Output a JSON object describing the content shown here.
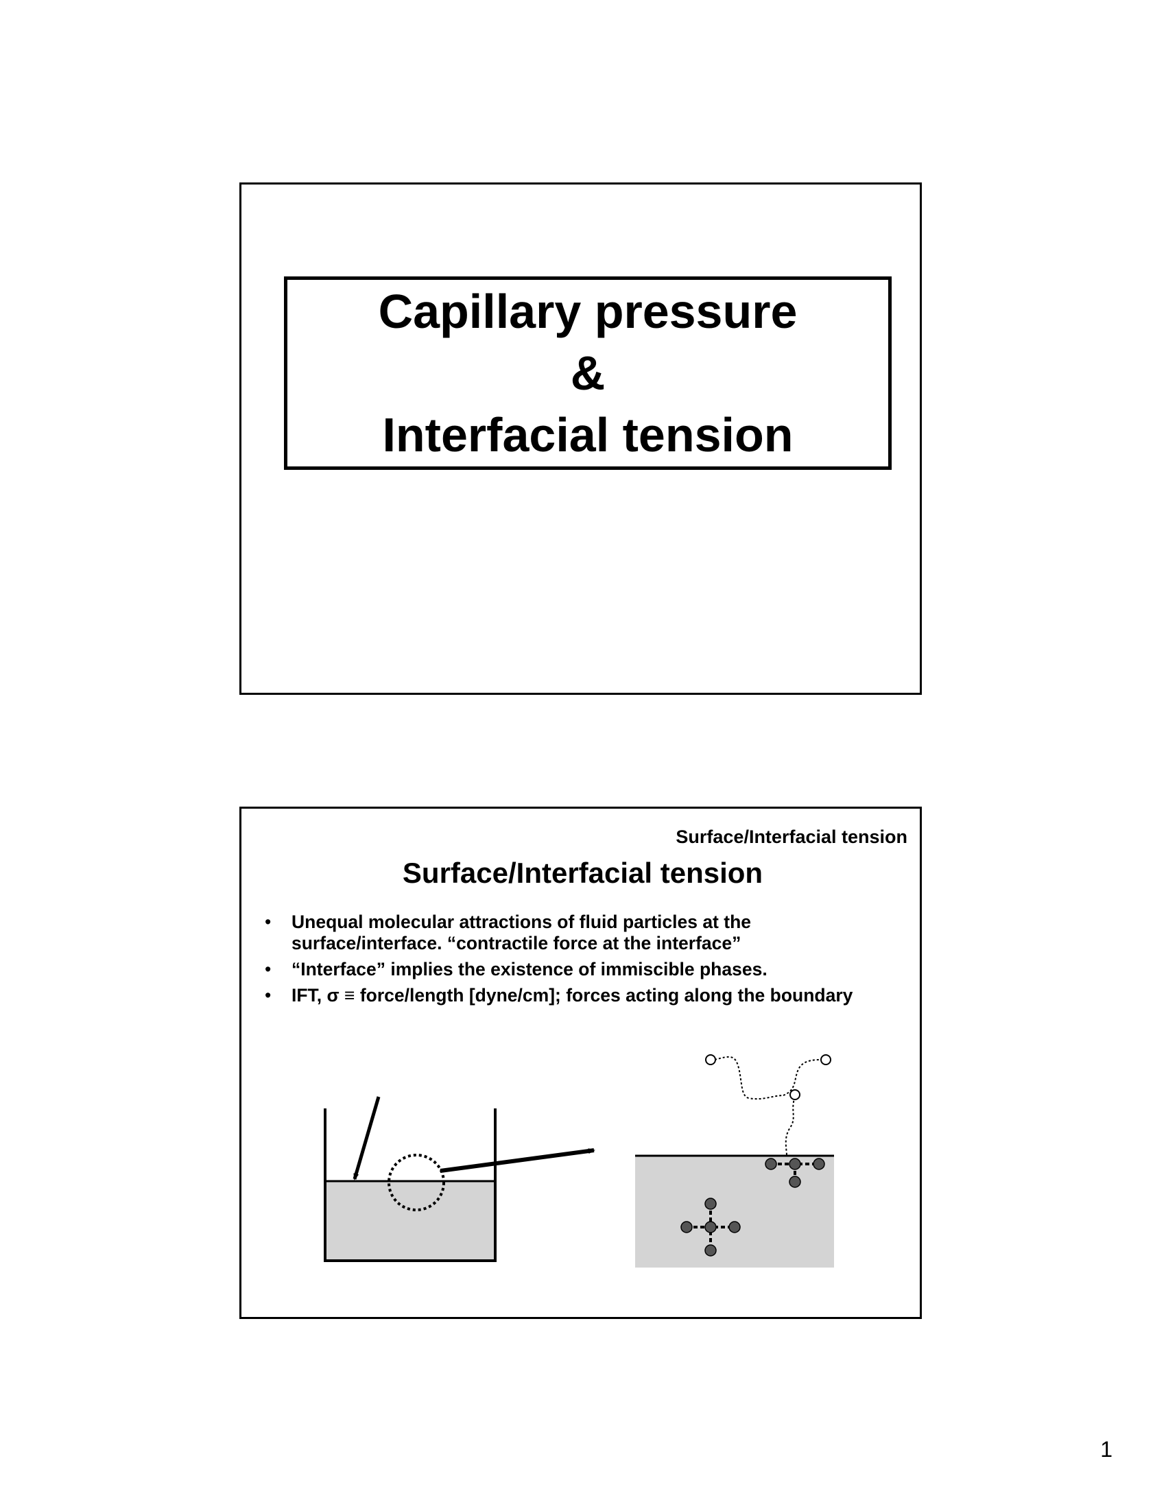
{
  "slide1": {
    "title_lines": [
      "Capillary pressure",
      "&",
      "Interfacial tension"
    ]
  },
  "slide2": {
    "running_head": "Surface/Interfacial tension",
    "title": "Surface/Interfacial tension",
    "bullets": [
      "Unequal molecular attractions of fluid particles at the surface/interface. “contractile force at the interface”",
      "“Interface” implies the existence of immiscible phases.",
      "IFT, σ ≡ force/length [dyne/cm]; forces acting along the boundary"
    ],
    "bullet_symbol": "•"
  },
  "colors": {
    "liquid_fill": "#d4d4d4",
    "molecule_fill": "#555555",
    "border": "#000000"
  },
  "page_number": "1"
}
